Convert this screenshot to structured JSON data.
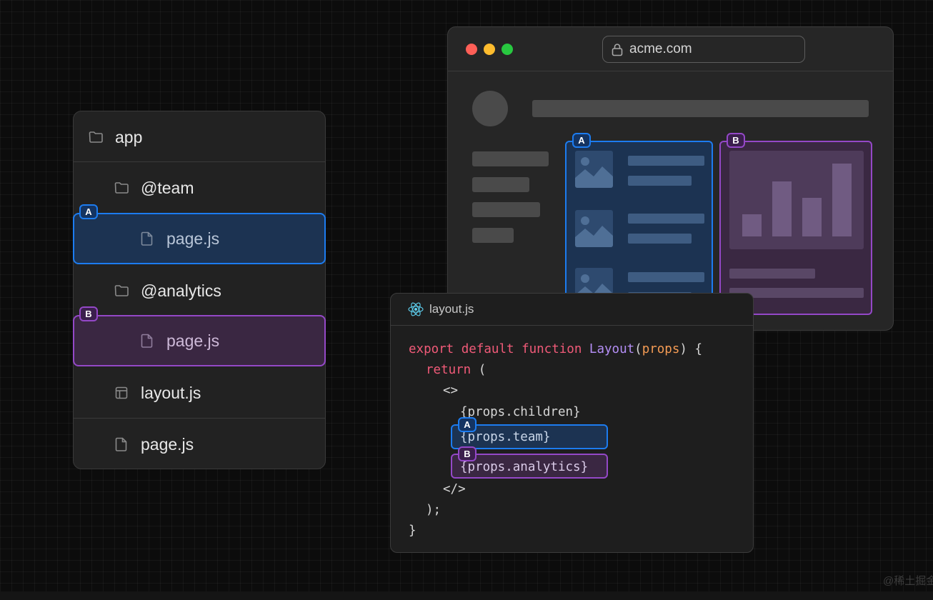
{
  "file_tree": {
    "root": "app",
    "team_folder": "@team",
    "team_page": "page.js",
    "analytics_folder": "@analytics",
    "analytics_page": "page.js",
    "layout_file": "layout.js",
    "root_page": "page.js"
  },
  "slot_labels": {
    "a": "A",
    "b": "B"
  },
  "browser": {
    "url": "acme.com"
  },
  "editor": {
    "filename": "layout.js",
    "tokens": {
      "kw_export": "export",
      "kw_default": "default",
      "kw_function": "function",
      "fn_name": "Layout",
      "paren_open": "(",
      "param": "props",
      "sig_close": ") {",
      "kw_return": "return",
      "return_paren": " (",
      "fragment_open": "<>",
      "children": "{props.children}",
      "team": "{props.team}",
      "analytics": "{props.analytics}",
      "fragment_close": "</>",
      "return_close": ");",
      "fn_close": "}"
    }
  },
  "colors": {
    "slot_a": "#1c7cf0",
    "slot_b": "#9448c7",
    "keyword": "#f05a78",
    "function_name": "#b48ef5",
    "param": "#f49b54",
    "traffic_red": "#ff5f57",
    "traffic_yellow": "#febc2e",
    "traffic_green": "#28c840"
  },
  "watermark": "@稀土掘金"
}
